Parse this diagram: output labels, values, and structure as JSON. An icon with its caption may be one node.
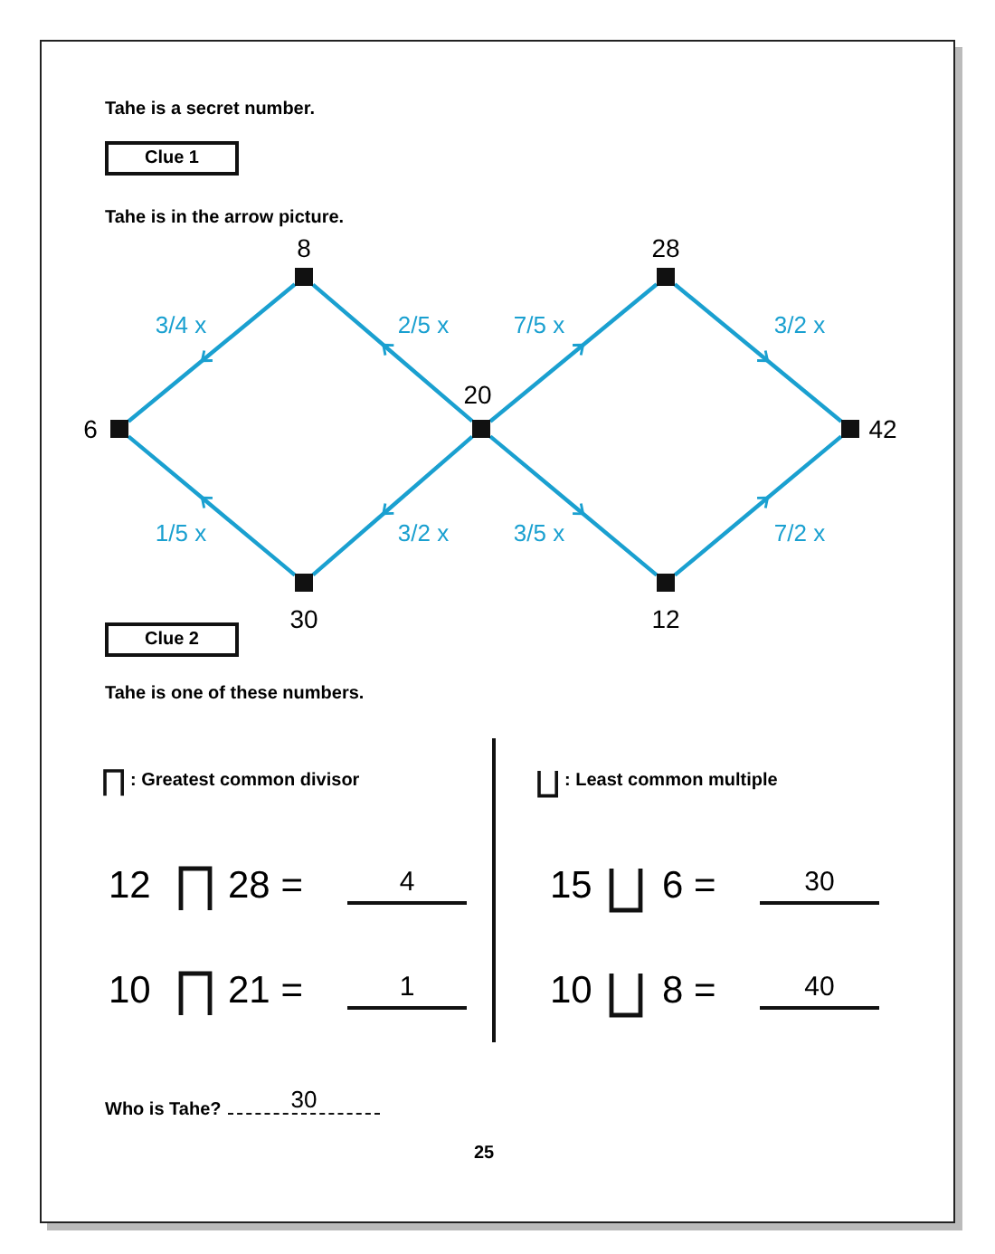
{
  "diagram": {
    "nodes": [
      {
        "text": [
          "Clue 1"
        ]
      },
      {
        "text": [],
        "shape": "box",
        "beside": [
          "8"
        ]
      },
      {
        "text": [],
        "shape": "box",
        "beside": [
          "28"
        ]
      },
      {
        "text": [],
        "shape": "box",
        "beside": [
          "6"
        ]
      },
      {
        "text": [],
        "shape": "box",
        "beside": [
          "20"
        ]
      },
      {
        "text": [],
        "shape": "box",
        "beside": [
          "42"
        ]
      },
      {
        "text": [],
        "shape": "box",
        "beside": [
          "30"
        ]
      },
      {
        "text": [],
        "shape": "box",
        "beside": [
          "12"
        ]
      },
      {
        "text": [
          "Clue 2"
        ]
      }
    ],
    "edges": [
      {
        "from": 1,
        "to": 3,
        "arrow": "to",
        "label": "3/4 x"
      },
      {
        "from": 4,
        "to": 1,
        "arrow": "to",
        "label": "2/5 x"
      },
      {
        "from": 4,
        "to": 2,
        "arrow": "to",
        "label": "7/5 x"
      },
      {
        "from": 2,
        "to": 5,
        "arrow": "to",
        "label": "3/2 x"
      },
      {
        "from": 6,
        "to": 3,
        "arrow": "to",
        "label": "1/5 x"
      },
      {
        "from": 4,
        "to": 6,
        "arrow": "to",
        "label": "3/2 x"
      },
      {
        "from": 4,
        "to": 7,
        "arrow": "to",
        "label": "3/5 x"
      },
      {
        "from": 7,
        "to": 5,
        "arrow": "to",
        "label": "7/2 x"
      }
    ],
    "labels": [
      "Tahe is a secret number.",
      "Tahe is in the arrow picture.",
      "Tahe is one of these numbers.",
      ": Greatest common divisor",
      ": Least common multiple",
      "12",
      "28 =",
      "4",
      "15",
      "6 =",
      "30",
      "10",
      "21 =",
      "1",
      "10",
      "8 =",
      "40",
      "Who is Tahe?",
      "30",
      "25"
    ]
  }
}
